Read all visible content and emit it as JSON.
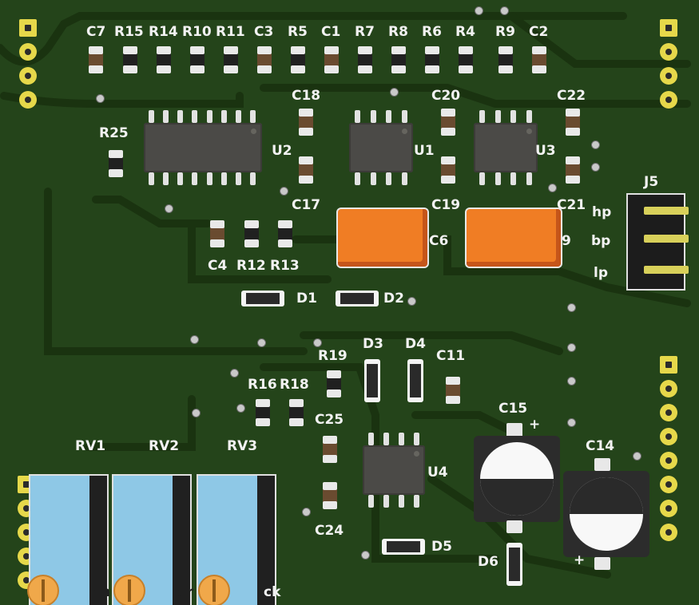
{
  "board": {
    "labels": {
      "C7": "C7",
      "R15": "R15",
      "R14": "R14",
      "R10": "R10",
      "R11": "R11",
      "C3": "C3",
      "R5": "R5",
      "C1": "C1",
      "R7": "R7",
      "R8": "R8",
      "R6": "R6",
      "R4": "R4",
      "R9": "R9",
      "C2": "C2",
      "C18": "C18",
      "C20": "C20",
      "C22": "C22",
      "R25": "R25",
      "U2": "U2",
      "U1": "U1",
      "U3": "U3",
      "C17": "C17",
      "C19": "C19",
      "C21": "C21",
      "J5": "J5",
      "hp": "hp",
      "bp": "bp",
      "lp": "lp",
      "C6": "C6",
      "C4": "C4",
      "R12": "R12",
      "R13": "R13",
      "D1": "D1",
      "D2": "D2",
      "R19": "R19",
      "D3": "D3",
      "D4": "D4",
      "C11": "C11",
      "R16": "R16",
      "R18": "R18",
      "C25": "C25",
      "U4": "U4",
      "C24": "C24",
      "C15": "C15",
      "C14": "C14",
      "RV1": "RV1",
      "RV2": "RV2",
      "RV3": "RV3",
      "D5": "D5",
      "D6": "D6",
      "plus1": "+",
      "plus2": "+",
      "rv1_tail": "th",
      "rv2_tail": "er",
      "rv3_tail": "ck",
      "c_cut": "9"
    }
  }
}
